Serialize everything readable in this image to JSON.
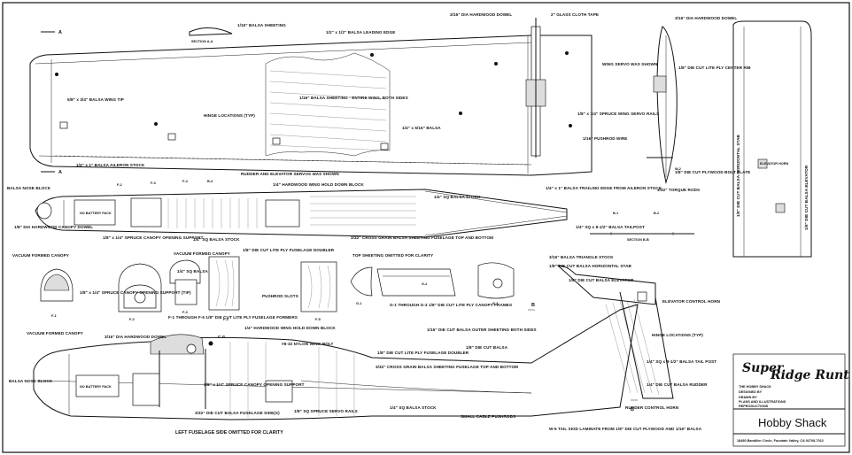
{
  "labels": {
    "wing_tip_sheeting": "1/16\" BALSA SHEETING",
    "section_a": "SECTION A-A",
    "leading_edge": "1/2\" x 1/2\" BALSA LEADING EDGE",
    "hardwood_dowel_top": "3/16\" DIA HARDWOOD DOWEL",
    "glass_tape": "2\" GLASS CLOTH TAPE",
    "wing_tip": "5/8\" x 3/4\" BALSA WING TIP",
    "wing_sheeting": "1/16\" BALSA SHEETING - ENTIRE WING, BOTH SIDES",
    "hinge_locations_wing": "HINGE LOCATIONS (TYP)",
    "balsa_quarter_five": "1/4\" x 5/16\" BALSA",
    "aileron_stock": "1/4\" x 1\" BALSA AILERON STOCK",
    "trailing_edge": "1/4\" x 1\" BALSA TRAILING EDGE FROM AILERON STOCK",
    "wing_servo": "WING SERVO WAS SHOWN",
    "spruce_rails": "1/8\" x 1/4\" SPRUCE WING SERVO RAILS",
    "pushrod_wire": "1/16\" PUSHROD WIRE",
    "hardwood_dowel_right": "3/16\" DIA HARDWOOD DOWEL",
    "rib_label": "1/8\" DIE CUT LITE PLY CENTER RIB",
    "ply_bolt_plate": "1/8\" DIE CUT PLYWOOD BOLT PLATE",
    "torque_rods": "3/32\" TORQUE RODS",
    "balsa_nose": "BALSA NOSE BLOCK",
    "rudder_servo": "RUDDER AND ELEVATOR SERVOS WAS SHOWN",
    "hold_down_block": "1/4\" HARDWOOD WING HOLD DOWN BLOCK",
    "sq_balsa_stock": "1/4\" SQ BALSA STOCK",
    "canopy_dowel": "1/8\" DIA HARDWOOD CANOPY DOWEL",
    "canopy_support": "1/8\" x 1/4\" SPRUCE CANOPY OPENING SUPPORT",
    "sq_balsa_stock2": "1/4\" SQ BALSA STOCK",
    "cross_grain": "3/32\" CROSS GRAIN BALSA SHEETING FUSELAGE TOP AND BOTTOM",
    "top_sheeting": "TOP SHEETING OMITTED FOR CLARITY",
    "tailpost": "1/4\" SQ x 8-1/2\" BALSA TAILPOST",
    "section_b": "SECTION B-B",
    "vac_canopy": "VACUUM FORMED CANOPY",
    "spruce_support_tip": "1/8\" x 1/4\" SPRUCE CANOPY OPENING SUPPORT (TIP)",
    "vac_formed_canopy2": "VACUUM FORMED CANOPY",
    "sq_balsa": "1/4\" SQ BALSA",
    "formers": "F-1 THROUGH F-5 1/8\" DIE CUT LITE PLY FUSELAGE FORMERS",
    "doubler": "1/8\" DIE CUT LITE PLY FUSELAGE DOUBLER",
    "pushrod_slots": "PUSHROD SLOTS",
    "canopy_frames": "G-1 THROUGH G-3 1/8\" DIE CUT LITE PLY CANOPY FRAMES",
    "triangle_stock": "3/16\" BALSA TRIANGLE STOCK",
    "horiz_stab": "1/8\" DIE CUT BALSA HORIZONTAL STAB",
    "balsa_elevator": "1/8\" DIE CUT BALSA ELEVATOR",
    "elevator_horn": "ELEVATOR CONTROL HORN",
    "vac_canopy_side": "VACUUM FORMED CANOPY",
    "dowel_side": "3/16\" DIA HARDWOOD DOWEL",
    "cg": "C.G.",
    "nylon_bolt": "#8-32 NYLON WING BOLT",
    "hardwood_wing": "1/4\" HARDWOOD WING HOLD DOWN BLOCK",
    "doubler_side": "1/8\" DIE CUT LITE PLY FUSELAGE DOUBLER",
    "outer_sheeting": "1/16\" DIE CUT BALSA OUTER SHEETING BOTH SIDES",
    "die_cut_balsa": "1/8\" DIE CUT BALSA",
    "hinge_locations_tail": "HINGE LOCATIONS (TYP)",
    "tail_post": "1/4\" SQ x 8-1/2\" BALSA TAIL POST",
    "rudder": "1/4\" DIE CUT BALSA RUDDER",
    "rudder_horn": "RUDDER CONTROL HORN",
    "cross_grain_side": "3/32\" CROSS GRAIN BALSA SHEETING FUSELAGE TOP AND BOTTOM",
    "spruce_support_side": "1/8\" x 1/4\" SPRUCE CANOPY OPENING SUPPORT",
    "nose_block_side": "BALSA NOSE BLOCK",
    "fuselage_sides": "3/32\" DIE CUT BALSA FUSELAGE SIDE(S)",
    "spruce_servo_rails": "1/8\" SQ SPRUCE SERVO RAILS",
    "sq_stock_side": "1/4\" SQ BALSA STOCK",
    "cable_pushrods": "SMALL CABLE PUSHRODS",
    "tail_skid": "W-5 TAIL SKID LAMINATE FROM 1/8\" DIE CUT PLYWOOD AND 1/16\" BALSA",
    "left_side": "LEFT FUSELAGE SIDE OMITTED FOR CLARITY",
    "stab_vertical": "1/8\" DIE CUT BALSA HORIZONTAL STAB",
    "elevator_horn_vertical": "ELEVATOR HORN",
    "stab_right_vertical": "1/8\" DIE CUT BALSA ELEVATOR"
  },
  "part_tags": [
    "F-1",
    "F-2",
    "F-3",
    "F-4",
    "F-5",
    "B-1",
    "B-2",
    "B-3",
    "B-4",
    "G-1",
    "G-2",
    "G-3",
    "W-1",
    "W-2",
    "W-3",
    "A",
    "B"
  ],
  "title_block": {
    "brand_line1": "Super",
    "brand_line2": "Ridge Runt",
    "small_lines": [
      "THE HOBBY SHACK",
      "DESIGNED BY",
      "DRAWN BY",
      "PLANS AND ILLUSTRATIONS",
      "REPRODUCTIONS"
    ],
    "company": "Hobby Shack",
    "address": "18480 Bandilier Circle, Fountain Valley, CA 92708-7012"
  },
  "colors": {
    "ink": "#111111",
    "paper": "#ffffff"
  }
}
